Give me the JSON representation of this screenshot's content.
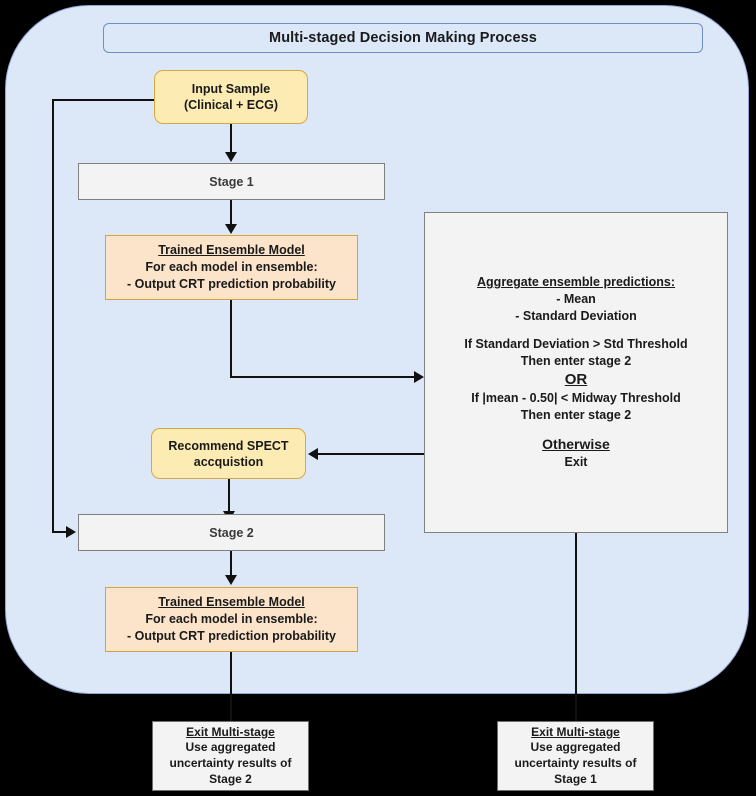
{
  "diagram": {
    "title": "Multi-staged Decision Making Process",
    "background_color": "#dce7f8",
    "accent_yellow": "#fdebb4",
    "accent_peach": "#fce4ca",
    "accent_gray": "#f3f3f3"
  },
  "nodes": {
    "input_sample": {
      "line1": "Input Sample",
      "line2": "(Clinical + ECG)"
    },
    "stage1": {
      "label": "Stage 1"
    },
    "ensemble1": {
      "heading": "Trained Ensemble Model",
      "line1": "For each model in ensemble:",
      "line2": "- Output CRT prediction probability"
    },
    "decision_panel": {
      "heading": "Aggregate ensemble predictions:",
      "line1": "- Mean",
      "line2": "- Standard Deviation",
      "line3": "If Standard Deviation > Std Threshold",
      "line4": "Then enter stage 2",
      "or": "OR",
      "line5": "If |mean - 0.50| < Midway Threshold",
      "line6": "Then enter stage 2",
      "otherwise": "Otherwise",
      "exit": "Exit"
    },
    "recommend_spect": {
      "line1": "Recommend SPECT",
      "line2": "accquistion"
    },
    "stage2": {
      "label": "Stage 2"
    },
    "ensemble2": {
      "heading": "Trained Ensemble Model",
      "line1": "For each model in ensemble:",
      "line2": "- Output CRT prediction probability"
    },
    "exit_stage2": {
      "heading": "Exit Multi-stage",
      "line1": "Use aggregated",
      "line2": "uncertainty results of",
      "line3": "Stage 2"
    },
    "exit_stage1": {
      "heading": "Exit Multi-stage",
      "line1": "Use aggregated",
      "line2": "uncertainty results of",
      "line3": "Stage 1"
    }
  }
}
